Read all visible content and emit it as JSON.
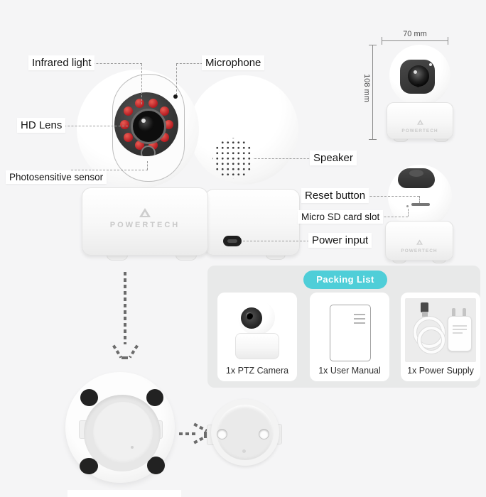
{
  "annotations": {
    "infrared_light": "Infrared light",
    "microphone": "Microphone",
    "hd_lens": "HD Lens",
    "photosensitive_sensor": "Photosensitive sensor",
    "speaker": "Speaker",
    "reset_button": "Reset button",
    "micro_sd_card_slot": "Micro SD card slot",
    "power_input": "Power input"
  },
  "dimensions": {
    "width": "70 mm",
    "height": "108 mm"
  },
  "brand": {
    "name": "Powertech"
  },
  "packing_list": {
    "title": "Packing List",
    "items": [
      {
        "label": "1x PTZ Camera"
      },
      {
        "label": "1x User Manual"
      },
      {
        "label": "1x Power Supply"
      }
    ]
  },
  "colors": {
    "accent_teal": "#4fced8",
    "ir_led_red": "#b81f24",
    "panel_gray": "#e8e9e9",
    "background": "#f5f5f6"
  }
}
